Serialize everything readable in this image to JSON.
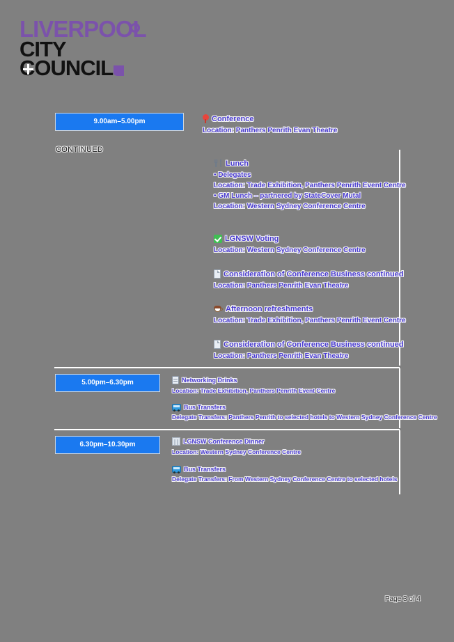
{
  "logo": {
    "line1": "LIVERPOOL",
    "line2": "CITY",
    "line3": "COUNCIL",
    "purple": "#7B52AB",
    "black": "#111111"
  },
  "colors": {
    "page_background": "#808080",
    "badge_blue": "#1A79F0",
    "text_blue": "#4A3CD0",
    "divider": "#FFFFFF",
    "check_green": "#3FBF52",
    "pin_red": "#E8453C",
    "bus_blue": "#2F9BE0"
  },
  "continued_label": "CONTINUED",
  "schedule": [
    {
      "time": "9.00am–5.00pm",
      "entries": [
        {
          "icon": "map-pin-icon",
          "title": "Conference",
          "lines": [
            "Location: Panthers Penrith Evan Theatre"
          ]
        }
      ]
    },
    {
      "time": "",
      "entries": [
        {
          "icon": "cutlery-icon",
          "title": "Lunch",
          "lines": [
            "• Delegates",
            "Location: Trade Exhibition, Panthers Penrith Event Centre",
            "• GM Lunch – partnered by StateCover Mutal",
            "Location: Western Sydney Conference Centre"
          ]
        },
        {
          "icon": "checkbox-icon",
          "title": "LGNSW Voting",
          "lines": [
            "Location: Western Sydney Conference Centre"
          ]
        },
        {
          "icon": "document-icon",
          "title": "Consideration of Conference Business continued",
          "lines": [
            "Location: Panthers Penrith Evan Theatre"
          ]
        },
        {
          "icon": "coffee-cup-icon",
          "title": "Afternoon refreshments",
          "lines": [
            "Location: Trade Exhibition, Panthers Penrith Event Centre"
          ]
        },
        {
          "icon": "document-icon",
          "title": "Consideration of Conference Business continued",
          "lines": [
            "Location: Panthers Penrith Evan Theatre"
          ]
        }
      ]
    },
    {
      "time": "5.00pm–6.30pm",
      "entries": [
        {
          "icon": "drink-icon",
          "title": "Networking Drinks",
          "lines": [
            "Location: Trade Exhibition, Panthers Penrith Event Centre"
          ]
        },
        {
          "icon": "bus-icon",
          "title": "Bus Transfers",
          "lines": [
            "Delegate Transfers: Panthers Penrith to selected hotels to Western Sydney Conference Centre"
          ]
        }
      ]
    },
    {
      "time": "6.30pm–10.30pm",
      "entries": [
        {
          "icon": "building-icon",
          "title": "LGNSW Conference Dinner",
          "lines": [
            "Location: Western Sydney Conference Centre"
          ]
        },
        {
          "icon": "bus-icon",
          "title": "Bus Transfers",
          "lines": [
            "Delegate Transfers: From Western Sydney Conference Centre to selected hotels"
          ]
        }
      ]
    }
  ],
  "footer": {
    "page_label": "Page 3 of 4"
  }
}
